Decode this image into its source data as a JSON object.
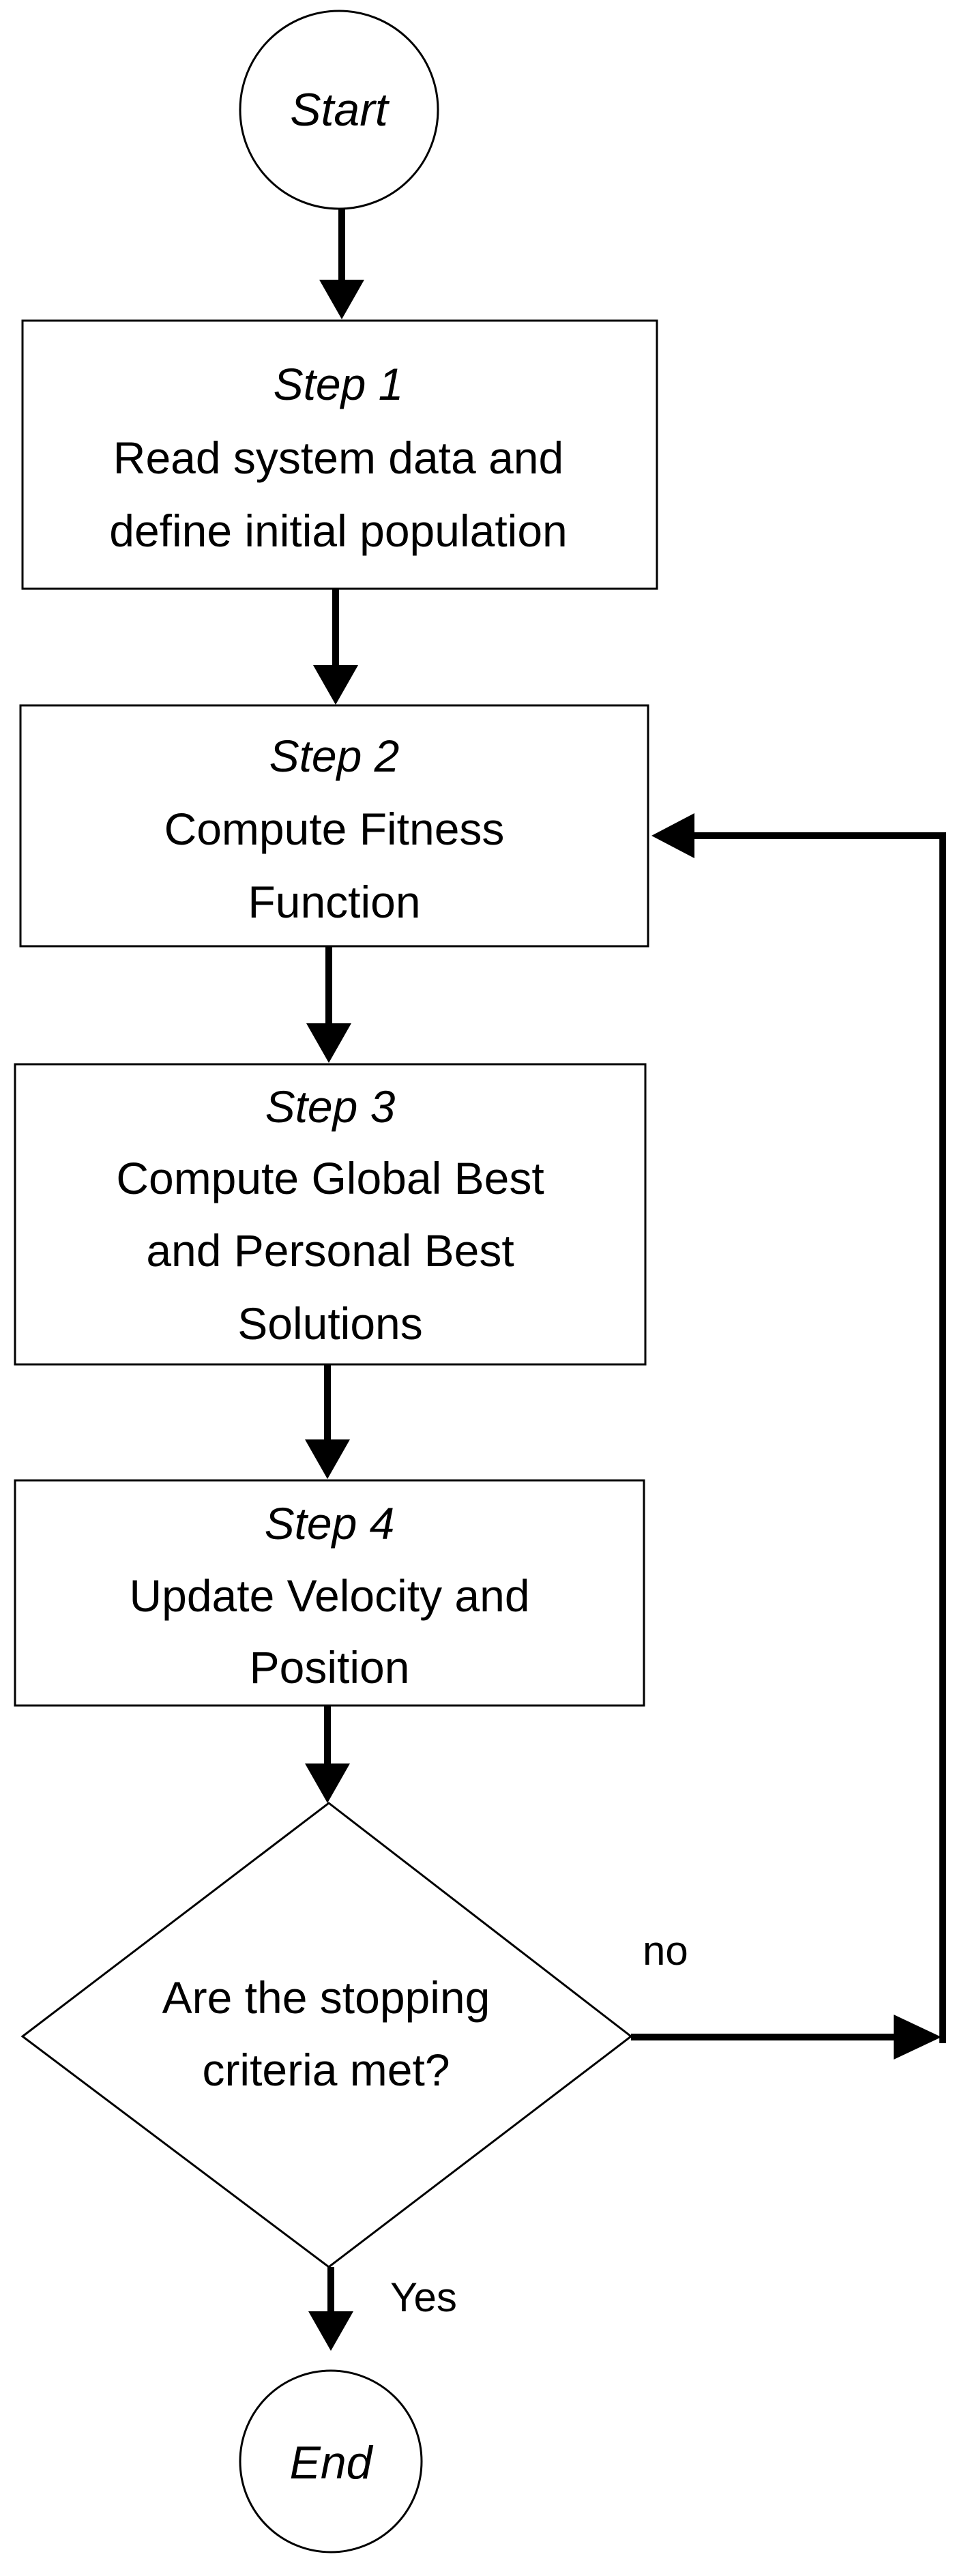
{
  "start": {
    "label": "Start"
  },
  "steps": [
    {
      "title": "Step 1",
      "lines": [
        "Read system data and",
        "define initial population"
      ]
    },
    {
      "title": "Step 2",
      "lines": [
        "Compute Fitness",
        "Function"
      ]
    },
    {
      "title": "Step 3",
      "lines": [
        "Compute Global Best",
        "and Personal Best",
        "Solutions"
      ]
    },
    {
      "title": "Step 4",
      "lines": [
        "Update Velocity and",
        "Position"
      ]
    }
  ],
  "decision": {
    "lines": [
      "Are the stopping",
      "criteria met?"
    ]
  },
  "labels": {
    "no": "no",
    "yes": "Yes"
  },
  "end": {
    "label": "End"
  }
}
